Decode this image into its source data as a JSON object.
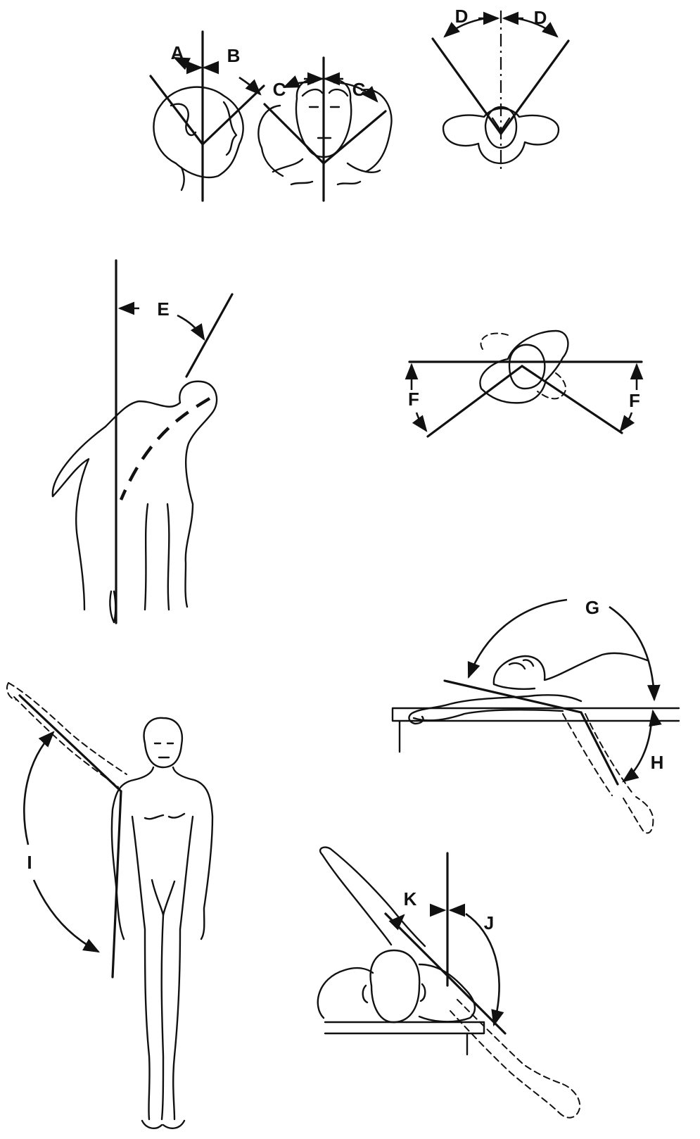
{
  "labels": {
    "A": "A",
    "B": "B",
    "C_left": "C",
    "C_right": "C",
    "D_left": "D",
    "D_right": "D",
    "E": "E",
    "F_left": "F",
    "F_right": "F",
    "G": "G",
    "H": "H",
    "I": "I",
    "J": "J",
    "K": "K"
  }
}
